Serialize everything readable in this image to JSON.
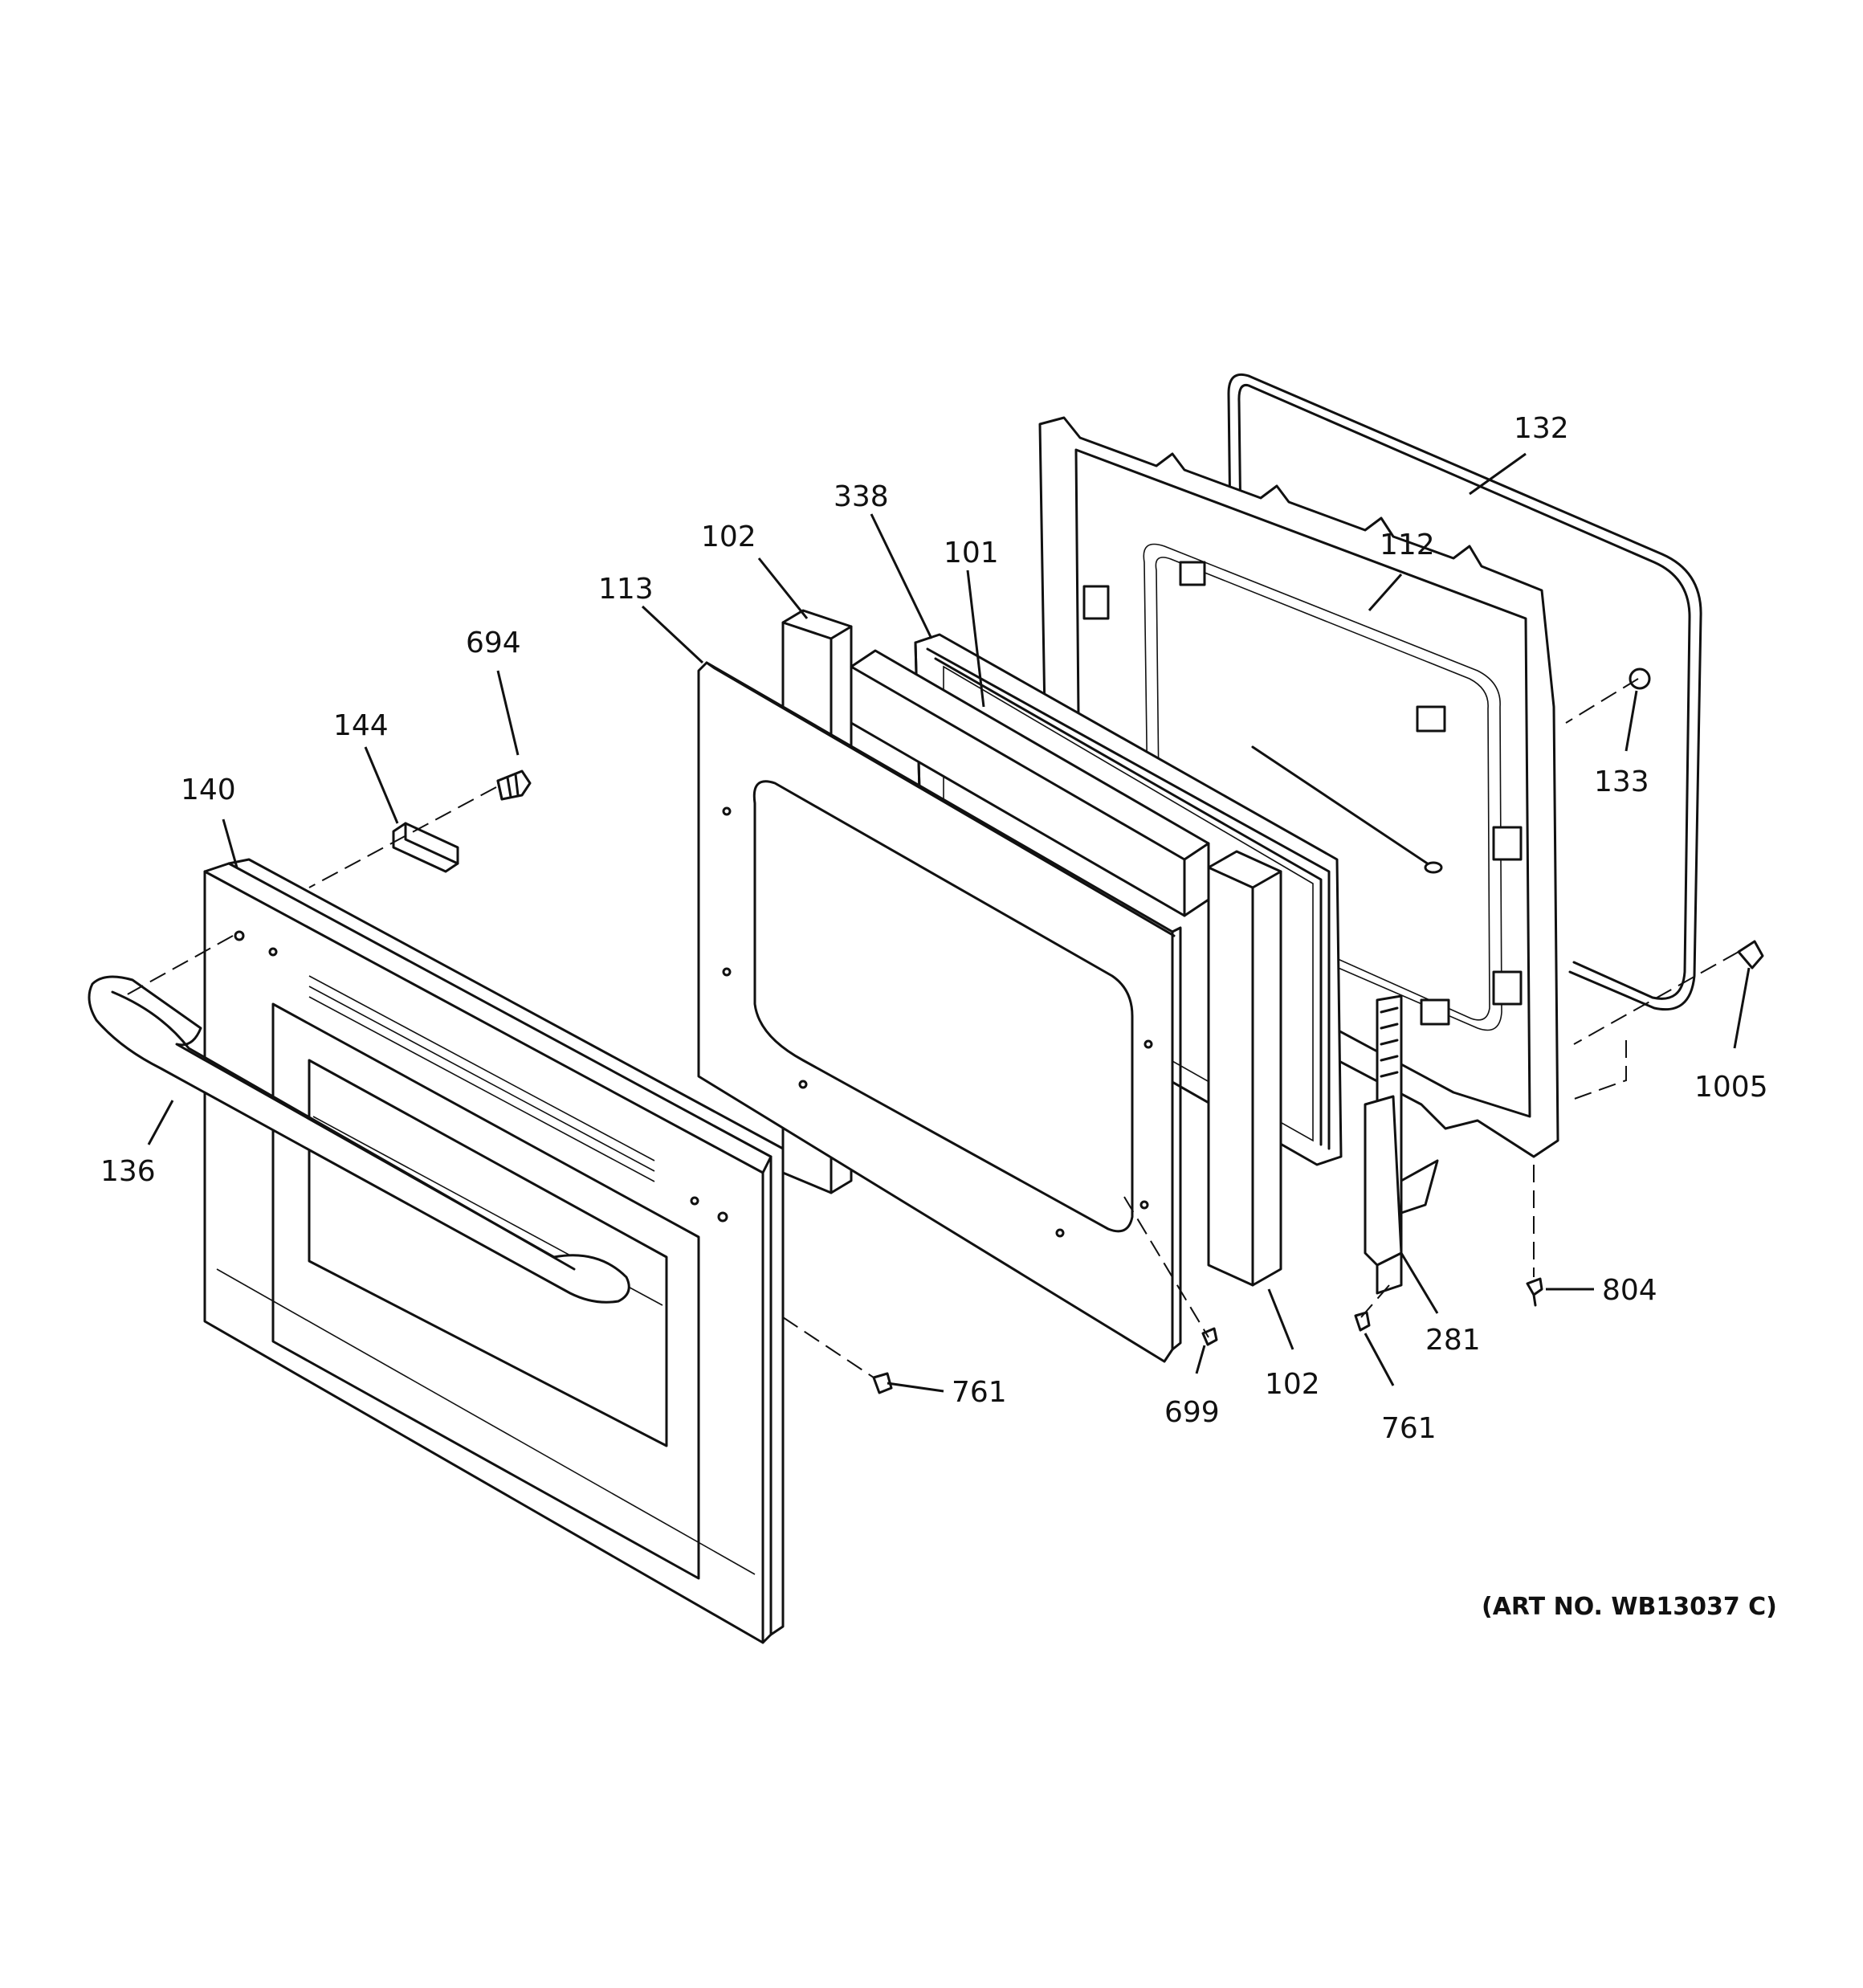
{
  "diagram": {
    "art_number": "(ART NO. WB13037 C)",
    "callouts": [
      {
        "id": "132",
        "label": "132"
      },
      {
        "id": "338",
        "label": "338"
      },
      {
        "id": "102-top",
        "label": "102"
      },
      {
        "id": "101",
        "label": "101"
      },
      {
        "id": "112",
        "label": "112"
      },
      {
        "id": "113",
        "label": "113"
      },
      {
        "id": "694",
        "label": "694"
      },
      {
        "id": "144",
        "label": "144"
      },
      {
        "id": "140",
        "label": "140"
      },
      {
        "id": "133",
        "label": "133"
      },
      {
        "id": "1005",
        "label": "1005"
      },
      {
        "id": "136",
        "label": "136"
      },
      {
        "id": "804",
        "label": "804"
      },
      {
        "id": "281",
        "label": "281"
      },
      {
        "id": "102-bottom",
        "label": "102"
      },
      {
        "id": "761-right",
        "label": "761"
      },
      {
        "id": "699",
        "label": "699"
      },
      {
        "id": "761-left",
        "label": "761"
      }
    ]
  }
}
